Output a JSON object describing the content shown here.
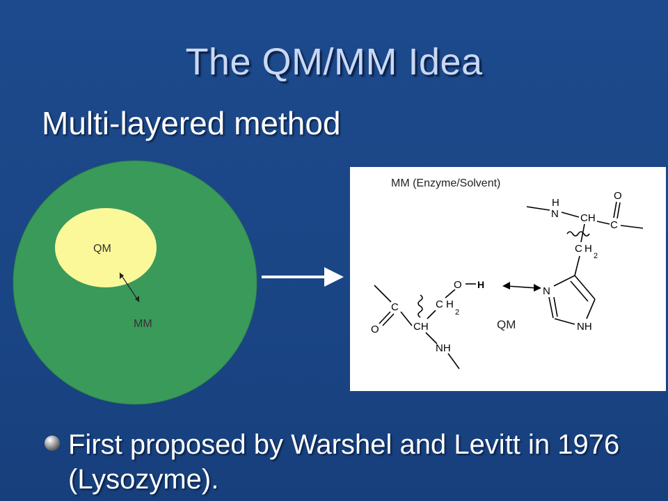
{
  "slide": {
    "title": "The QM/MM Idea",
    "subtitle": "Multi-layered method",
    "bullet": "First proposed by Warshel and Levitt in 1976 (Lysozyme)."
  },
  "left_diagram": {
    "outer_label": "MM",
    "inner_label": "QM",
    "colors": {
      "outer": "#3a9a5a",
      "inner": "#fbf89a"
    }
  },
  "right_diagram": {
    "caption": "MM (Enzyme/Solvent)",
    "qm_label": "QM",
    "atoms": {
      "H": "H",
      "N": "N",
      "CH": "CH",
      "C": "C",
      "O": "O",
      "CH_left": "CH",
      "NH": "NH",
      "H2": "2"
    }
  }
}
